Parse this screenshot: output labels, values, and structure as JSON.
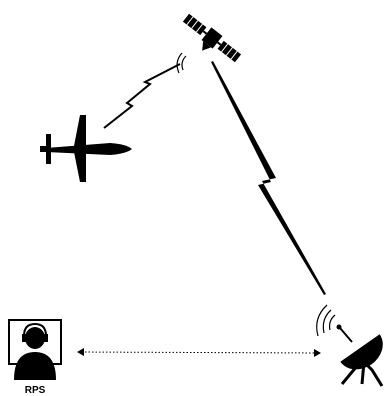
{
  "nodes": {
    "satellite": {
      "icon": "satellite-icon"
    },
    "uav": {
      "icon": "drone-aircraft-icon"
    },
    "ground_station": {
      "icon": "satellite-dish-icon"
    },
    "rps": {
      "icon": "pilot-workstation-icon",
      "label": "RPS"
    }
  },
  "links": [
    {
      "from": "uav",
      "to": "satellite",
      "style": "lightning-bolt"
    },
    {
      "from": "satellite",
      "to": "ground_station",
      "style": "lightning-bolt"
    },
    {
      "from": "rps",
      "to": "ground_station",
      "style": "dotted-double-arrow"
    }
  ],
  "colors": {
    "stroke": "#000000",
    "background": "#ffffff"
  }
}
